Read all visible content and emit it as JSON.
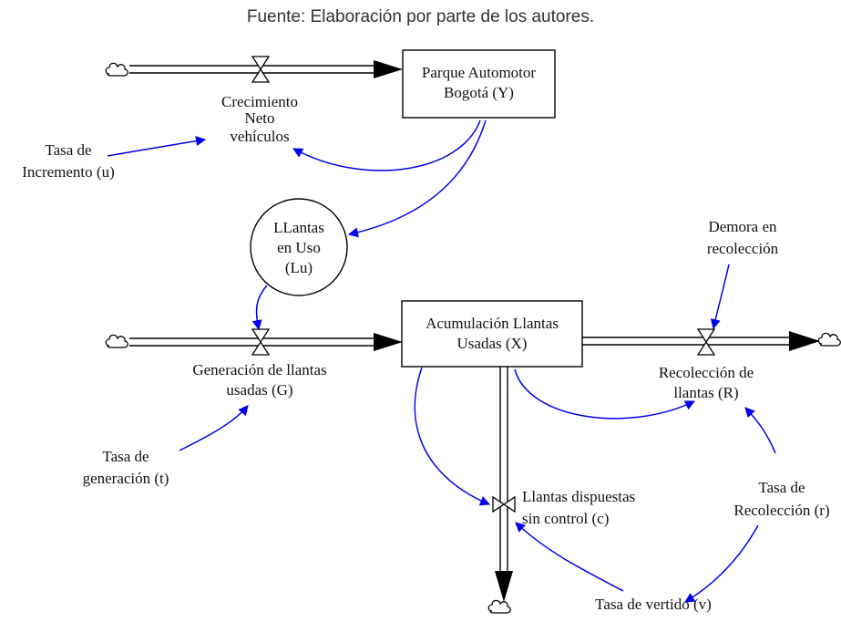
{
  "caption": "Fuente: Elaboración por parte de los autores.",
  "colors": {
    "flow": "#000000",
    "link": "#0000ee",
    "text": "#111111"
  },
  "stocks": {
    "parque": [
      "Parque Automotor",
      "Bogotá (Y)"
    ],
    "acumulacion": [
      "Acumulación Llantas",
      "Usadas (X)"
    ]
  },
  "auxiliary_circle": {
    "lines": [
      "LLantas",
      "en Uso",
      "(Lu)"
    ]
  },
  "flows": {
    "crecimiento": [
      "Crecimiento",
      "Neto",
      "vehículos"
    ],
    "generacion": [
      "Generación de llantas",
      "usadas (G)"
    ],
    "recoleccion": [
      "Recolección de",
      "llantas (R)"
    ],
    "dispuestas": [
      "Llantas dispuestas",
      "sin control (c)"
    ]
  },
  "parameters": {
    "tasa_incremento": [
      "Tasa de",
      "Incremento (u)"
    ],
    "tasa_generacion": [
      "Tasa de",
      "generación (t)"
    ],
    "demora": [
      "Demora en",
      "recolección"
    ],
    "tasa_recoleccion": [
      "Tasa de",
      "Recolección (r)"
    ],
    "tasa_vertido": "Tasa de vertido (v)"
  },
  "icons": {
    "source_sink": "cloud-icon",
    "valve": "valve-icon"
  }
}
